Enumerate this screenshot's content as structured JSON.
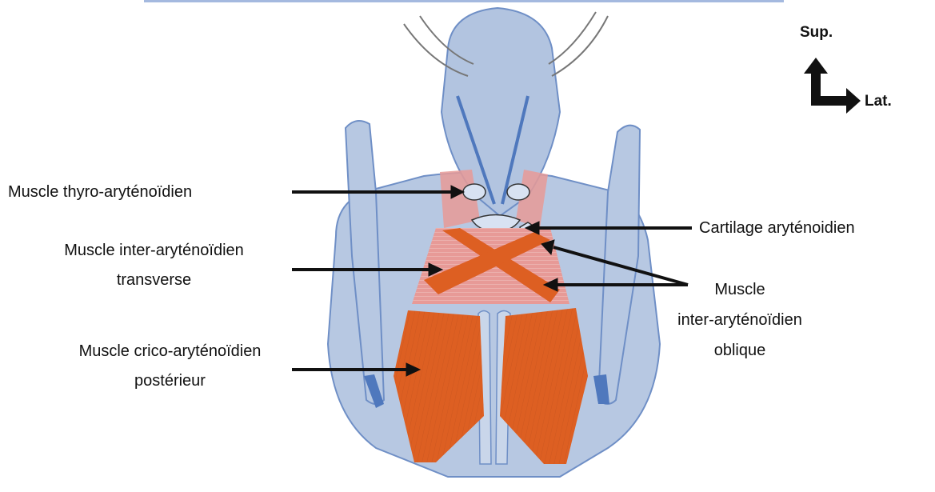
{
  "labels": {
    "thyro": "Muscle thyro-aryténoïdien",
    "inter_transverse_1": "Muscle inter-aryténoïdien",
    "inter_transverse_2": "transverse",
    "crico_1": "Muscle crico-aryténoïdien",
    "crico_2": "postérieur",
    "cartilage": "Cartilage aryténoidien",
    "oblique_1": "Muscle",
    "oblique_2": "inter-aryténoïdien",
    "oblique_3": "oblique"
  },
  "orientation": {
    "superior": "Sup.",
    "lateral": "Lat."
  },
  "colors": {
    "cartilage_fill": "#b7c8e2",
    "cartilage_edge": "#6f8fc6",
    "muscle_orange": "#dd5f22",
    "muscle_pink": "#e79a97",
    "arrow": "#111111"
  }
}
